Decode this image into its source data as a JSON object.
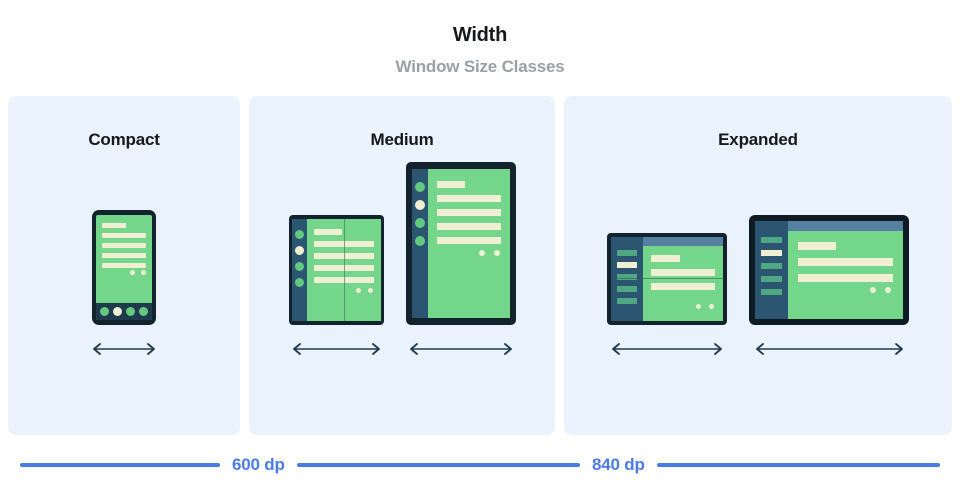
{
  "header": {
    "title": "Width",
    "subtitle": "Window Size Classes"
  },
  "panels": [
    {
      "id": "compact",
      "title": "Compact",
      "devices": [
        {
          "kind": "phone",
          "name": "phone-mockup",
          "rail_items": [],
          "nav_dots": [
            "green",
            "cream",
            "green",
            "green"
          ],
          "content_lines": [
            "short",
            "full",
            "full",
            "full",
            "full"
          ],
          "content_dots": 2,
          "arrow": "double-headed-horizontal-arrow"
        }
      ]
    },
    {
      "id": "medium",
      "title": "Medium",
      "devices": [
        {
          "kind": "foldable-portrait",
          "name": "foldable-medium-mockup",
          "rail_items": [
            "green",
            "cream",
            "green",
            "green"
          ],
          "content_lines": [
            "short",
            "full",
            "full",
            "full",
            "full"
          ],
          "content_dots": 2,
          "fold": "vertical",
          "arrow": "double-headed-horizontal-arrow"
        },
        {
          "kind": "tablet-portrait",
          "name": "tablet-medium-mockup",
          "rail_items": [
            "green",
            "cream",
            "green",
            "green"
          ],
          "content_lines": [
            "short",
            "full",
            "full",
            "full",
            "full"
          ],
          "content_dots": 2,
          "arrow": "double-headed-horizontal-arrow"
        }
      ]
    },
    {
      "id": "expanded",
      "title": "Expanded",
      "devices": [
        {
          "kind": "foldable-landscape",
          "name": "foldable-expanded-mockup",
          "rail_items": [
            "green",
            "cream",
            "green",
            "green",
            "green"
          ],
          "content_lines": [
            "short",
            "full",
            "full"
          ],
          "content_dots": 2,
          "fold": "horizontal",
          "topbar": true,
          "arrow": "double-headed-horizontal-arrow"
        },
        {
          "kind": "tablet-landscape",
          "name": "tablet-expanded-mockup",
          "rail_items": [
            "green",
            "cream",
            "green",
            "green",
            "green"
          ],
          "content_lines": [
            "short",
            "full",
            "full"
          ],
          "content_dots": 2,
          "topbar": true,
          "arrow": "double-headed-horizontal-arrow"
        }
      ]
    }
  ],
  "breakpoints": {
    "first_label": "600 dp",
    "second_label": "840 dp"
  },
  "colors": {
    "panel_background": "#eaf2fd",
    "page_background": "#ffffff",
    "title_text": "#16181b",
    "subtitle_text": "#9aa0a6",
    "breakpoint_blue": "#4a7ce8",
    "device_frame": "#12232e",
    "device_screen_green": "#73d68a",
    "device_content_cream": "#f0efd4",
    "device_rail_slate": "#2b5570",
    "device_topbar_slate": "#5580a0",
    "arrow_color": "#1f3a4d"
  }
}
